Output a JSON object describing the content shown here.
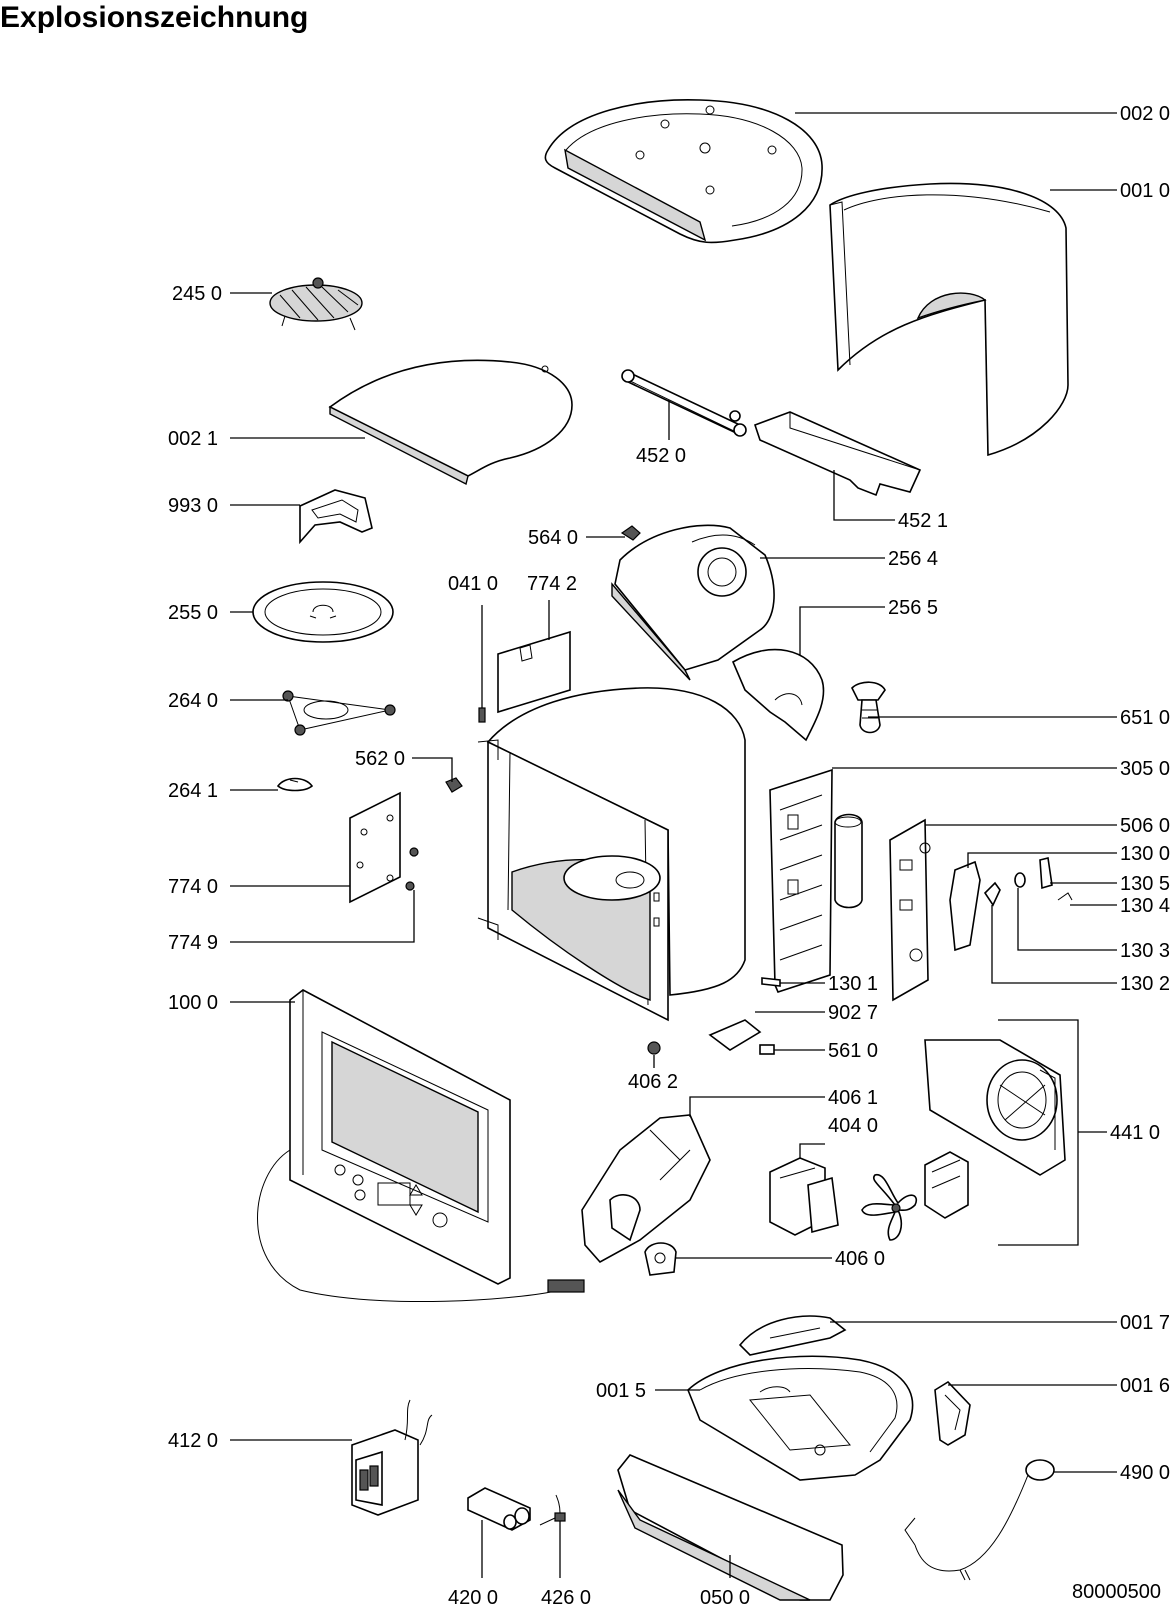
{
  "title": "Explosionszeichnung",
  "drawing_number": "80000500",
  "parts": {
    "p0020": "002 0",
    "p0010": "001 0",
    "p2450": "245 0",
    "p0021": "002 1",
    "p4520": "452 0",
    "p4521": "452 1",
    "p9930": "993 0",
    "p5640": "564 0",
    "p2564": "256 4",
    "p0410": "041 0",
    "p7742": "774 2",
    "p2550": "255 0",
    "p2565": "256 5",
    "p2640": "264 0",
    "p6510": "651 0",
    "p5620": "562 0",
    "p3050": "305 0",
    "p2641": "264 1",
    "p5060": "506 0",
    "p1300": "130 0",
    "p7740": "774 0",
    "p1305": "130 5",
    "p1304": "130 4",
    "p7749": "774 9",
    "p1303": "130 3",
    "p1301": "130 1",
    "p1302": "130 2",
    "p1000": "100 0",
    "p9027": "902 7",
    "p5610": "561 0",
    "p4062": "406 2",
    "p4061": "406 1",
    "p4040": "404 0",
    "p4410": "441 0",
    "p4060": "406 0",
    "p0017": "001 7",
    "p0015": "001 5",
    "p0016": "001 6",
    "p4120": "412 0",
    "p4900": "490 0",
    "p4200": "420 0",
    "p4260": "426 0",
    "p0500": "050 0"
  }
}
